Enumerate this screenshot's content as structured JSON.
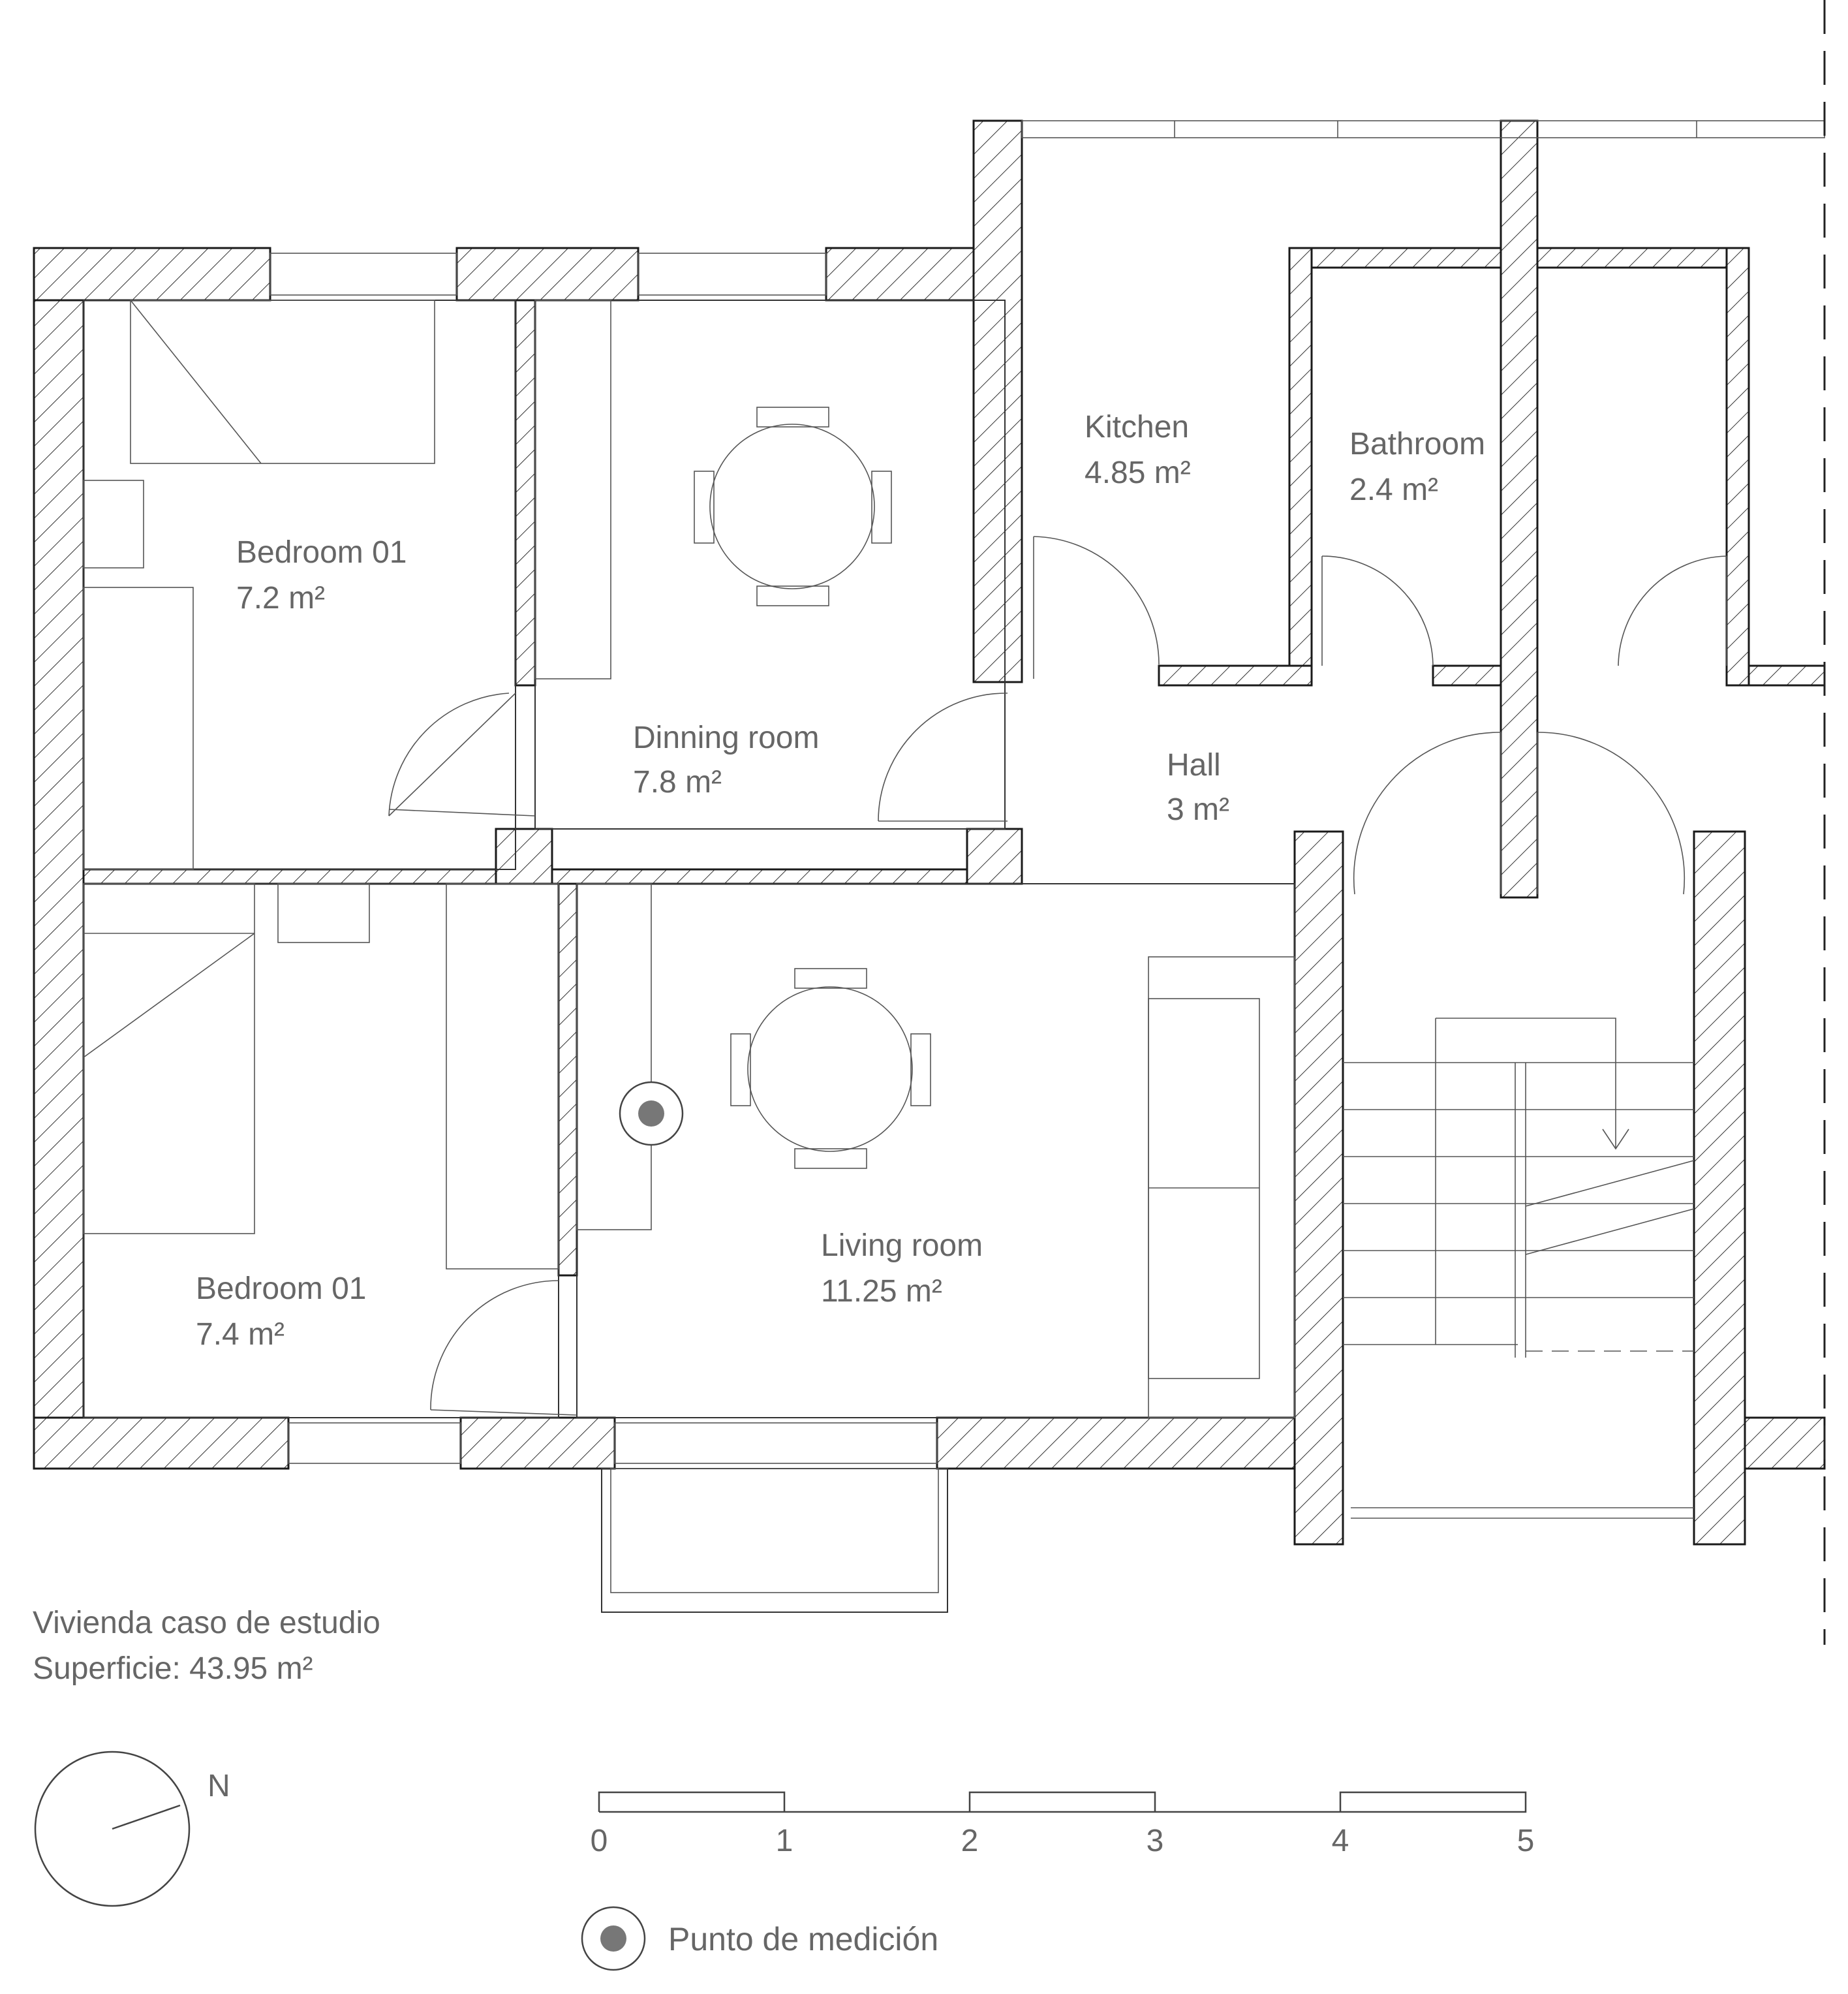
{
  "rooms": {
    "bedroom_top": {
      "name": "Bedroom 01",
      "area": "7.2 m²"
    },
    "dining": {
      "name": "Dinning room",
      "area": "7.8 m²"
    },
    "kitchen": {
      "name": "Kitchen",
      "area": "4.85 m²"
    },
    "bathroom": {
      "name": "Bathroom",
      "area": "2.4 m²"
    },
    "hall": {
      "name": "Hall",
      "area": "3 m²"
    },
    "living": {
      "name": "Living room",
      "area": "11.25 m²"
    },
    "bedroom_bottom": {
      "name": "Bedroom 01",
      "area": "7.4 m²"
    }
  },
  "caption": {
    "line1": "Vivienda caso de estudio",
    "line2": "Superficie: 43.95 m²"
  },
  "north": {
    "label": "N"
  },
  "scale": {
    "ticks": [
      "0",
      "1",
      "2",
      "3",
      "4",
      "5"
    ]
  },
  "legend": {
    "label": "Punto de medición"
  },
  "colors": {
    "wall": "#1a1a1a",
    "text": "#666666",
    "marker": "#777777"
  }
}
